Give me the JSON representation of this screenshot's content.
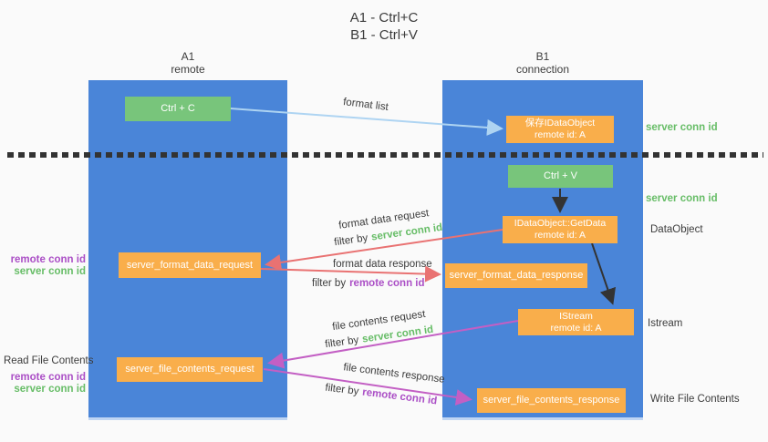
{
  "title": {
    "line1": "A1 - Ctrl+C",
    "line2": "B1 - Ctrl+V"
  },
  "lanes": {
    "left": {
      "name": "A1",
      "role": "remote"
    },
    "right": {
      "name": "B1",
      "role": "connection"
    }
  },
  "nodes": {
    "ctrl_c": {
      "label": "Ctrl + C"
    },
    "save_idataobject": {
      "line1": "保存IDataObject",
      "line2": "remote id: A"
    },
    "ctrl_v": {
      "label": "Ctrl + V"
    },
    "idataobject_getdata": {
      "line1": "IDataObject::GetData",
      "line2": "remote id: A"
    },
    "server_format_data_request": {
      "label": "server_format_data_request"
    },
    "server_format_data_response": {
      "label": "server_format_data_response"
    },
    "istream": {
      "line1": "IStream",
      "line2": "remote id: A"
    },
    "server_file_contents_request": {
      "label": "server_file_contents_request"
    },
    "server_file_contents_response": {
      "label": "server_file_contents_response"
    }
  },
  "annotations": {
    "format_list": "format list",
    "server_conn_id": "server conn id",
    "remote_conn_id": "remote conn id",
    "dataobject": "DataObject",
    "istream": "Istream",
    "read_file_contents": "Read File Contents",
    "write_file_contents": "Write File Contents",
    "format_data_request": "format data request",
    "format_data_response": "format data response",
    "file_contents_request": "file contents request",
    "file_contents_response": "file contents response",
    "filter_by": "filter by"
  },
  "colors": {
    "lane": "#4a85d8",
    "lane_edge": "#bfd5f3",
    "node_orange": "#f9ae4b",
    "node_green": "#78c57b",
    "text_green": "#67bd67",
    "text_purple": "#ab4fc6",
    "text_dark": "#3c3c3c",
    "arrow_red": "#e97272",
    "arrow_magenta": "#c35fc4",
    "arrow_blue": "#aed4f2",
    "arrow_black": "#333333",
    "bg": "#fafafa"
  }
}
